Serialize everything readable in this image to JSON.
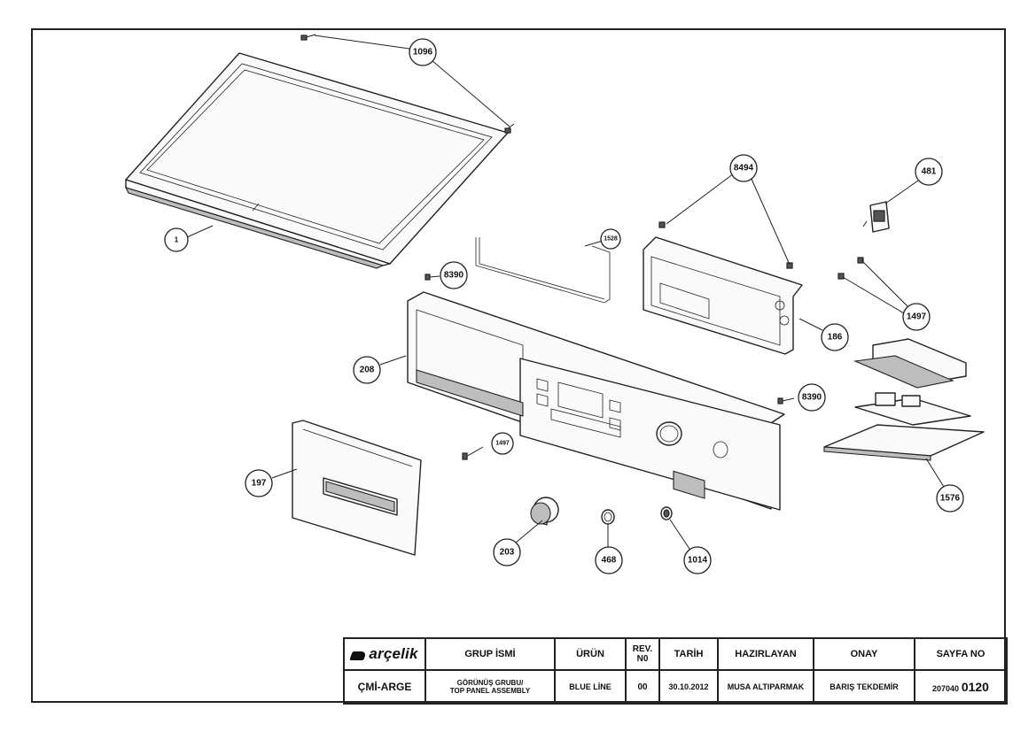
{
  "callouts": [
    {
      "label": "1096"
    },
    {
      "label": "1"
    },
    {
      "label": "8494"
    },
    {
      "label": "481"
    },
    {
      "label": "1528"
    },
    {
      "label": "8390"
    },
    {
      "label": "1497"
    },
    {
      "label": "186"
    },
    {
      "label": "208"
    },
    {
      "label": "8390"
    },
    {
      "label": "1497"
    },
    {
      "label": "197"
    },
    {
      "label": "1576"
    },
    {
      "label": "203"
    },
    {
      "label": "468"
    },
    {
      "label": "1014"
    }
  ],
  "title_block": {
    "logo_text": "arçelik",
    "headers": {
      "group_name": "GRUP İSMİ",
      "product": "ÜRÜN",
      "revision_line1": "REV.",
      "revision_line2": "N0",
      "date": "TARİH",
      "prepared_by": "HAZIRLAYAN",
      "approval": "ONAY",
      "page_no": "SAYFA NO"
    },
    "values": {
      "department": "ÇMİ-ARGE",
      "group_name_line1": "GÖRÜNÜŞ GRUBU/",
      "group_name_line2": "TOP PANEL ASSEMBLY",
      "product": "BLUE LİNE",
      "revision": "00",
      "date": "30.10.2012",
      "prepared_by": "MUSA ALTIPARMAK",
      "approval": "BARIŞ TEKDEMİR",
      "page_prefix": "207040",
      "page_number": "0120"
    }
  }
}
